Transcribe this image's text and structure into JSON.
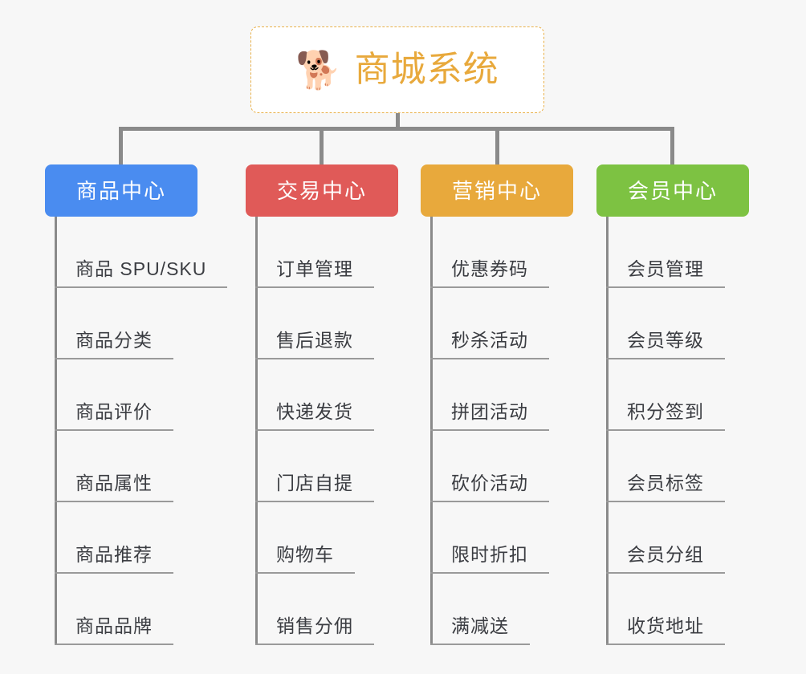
{
  "root": {
    "icon": "shiba-dog-face-emoji",
    "emoji": "🐕",
    "title": "商城系统",
    "title_color": "#e8a93c",
    "border_color": "#e9b14a"
  },
  "connector_color": "#8a8a8a",
  "background_color": "#f7f7f7",
  "columns": [
    {
      "id": "product-center",
      "header": "商品中心",
      "color": "#4a8cf0",
      "items": [
        "商品 SPU/SKU",
        "商品分类",
        "商品评价",
        "商品属性",
        "商品推荐",
        "商品品牌"
      ]
    },
    {
      "id": "trade-center",
      "header": "交易中心",
      "color": "#e05a58",
      "items": [
        "订单管理",
        "售后退款",
        "快递发货",
        "门店自提",
        "购物车",
        "销售分佣"
      ]
    },
    {
      "id": "marketing-center",
      "header": "营销中心",
      "color": "#e8a93c",
      "items": [
        "优惠券码",
        "秒杀活动",
        "拼团活动",
        "砍价活动",
        "限时折扣",
        "满减送"
      ]
    },
    {
      "id": "member-center",
      "header": "会员中心",
      "color": "#7dc242",
      "items": [
        "会员管理",
        "会员等级",
        "积分签到",
        "会员标签",
        "会员分组",
        "收货地址"
      ]
    }
  ]
}
